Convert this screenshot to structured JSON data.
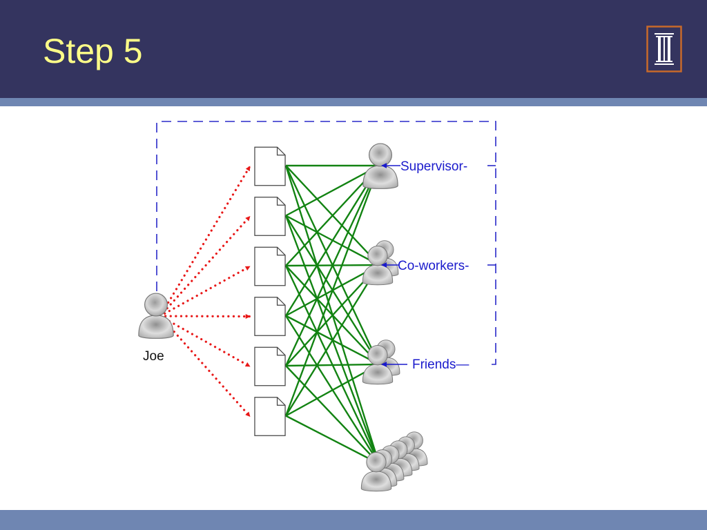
{
  "slide": {
    "title": "Step 5"
  },
  "logo": {
    "icon": "university-i-logo-icon",
    "border_color": "#c86a2a",
    "glyph_color": "#ffffff"
  },
  "colors": {
    "header": "#34345f",
    "stripe": "#6f86b2",
    "title_text": "#ffff88",
    "dotted_arrows": "#e81818",
    "share_lines": "#128312",
    "group_labels": "#1a1acc",
    "dashed_box": "#2828c8"
  },
  "diagram": {
    "source_person": {
      "label": "Joe",
      "icon": "person-icon"
    },
    "documents": {
      "icon": "document-icon",
      "count": 6
    },
    "groups": [
      {
        "label": "Supervisor-",
        "icon": "person-icon"
      },
      {
        "label": "Co-workers-",
        "icon": "two-people-icon"
      },
      {
        "label": "Friends—",
        "icon": "two-people-icon"
      },
      {
        "label": "",
        "icon": "crowd-icon"
      }
    ]
  }
}
